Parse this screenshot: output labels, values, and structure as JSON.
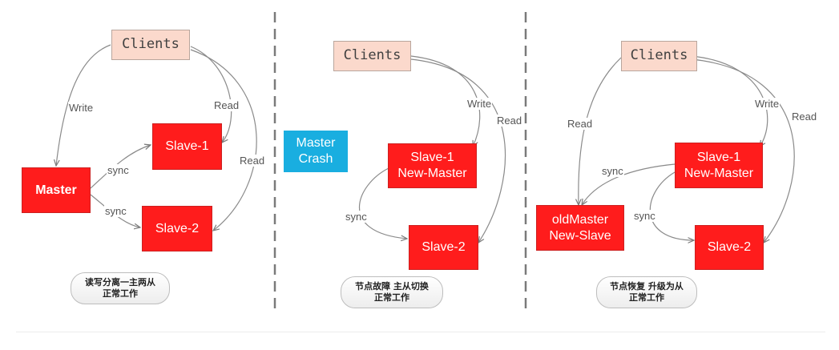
{
  "panels": [
    {
      "clients": "Clients",
      "master": "Master",
      "slave1": "Slave-1",
      "slave2": "Slave-2",
      "edges": {
        "write": "Write",
        "read_a": "Read",
        "read_b": "Read",
        "sync_a": "sync",
        "sync_b": "sync"
      },
      "caption": [
        "读写分离一主两从",
        "正常工作"
      ]
    },
    {
      "clients": "Clients",
      "crash": [
        "Master",
        "Crash"
      ],
      "slave1": [
        "Slave-1",
        "New-Master"
      ],
      "slave2": "Slave-2",
      "edges": {
        "write": "Write",
        "read": "Read",
        "sync": "sync"
      },
      "caption": [
        "节点故障 主从切换",
        "正常工作"
      ]
    },
    {
      "clients": "Clients",
      "old_master": [
        "oldMaster",
        "New-Slave"
      ],
      "slave1": [
        "Slave-1",
        "New-Master"
      ],
      "slave2": "Slave-2",
      "edges": {
        "read_left": "Read",
        "write": "Write",
        "read_right": "Read",
        "sync_a": "sync",
        "sync_b": "sync"
      },
      "caption": [
        "节点恢复 升级为从",
        "正常工作"
      ]
    }
  ],
  "colors": {
    "red": "#ff1c1c",
    "client": "#fbd9cc",
    "crash": "#19aee0",
    "edge": "#8a8a8a",
    "divider": "#7a7a7a"
  }
}
